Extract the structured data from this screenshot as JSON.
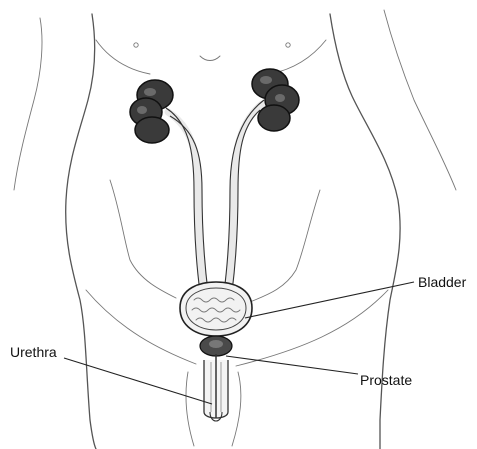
{
  "labels": {
    "bladder": "Bladder",
    "urethra": "Urethra",
    "prostate": "Prostate"
  }
}
